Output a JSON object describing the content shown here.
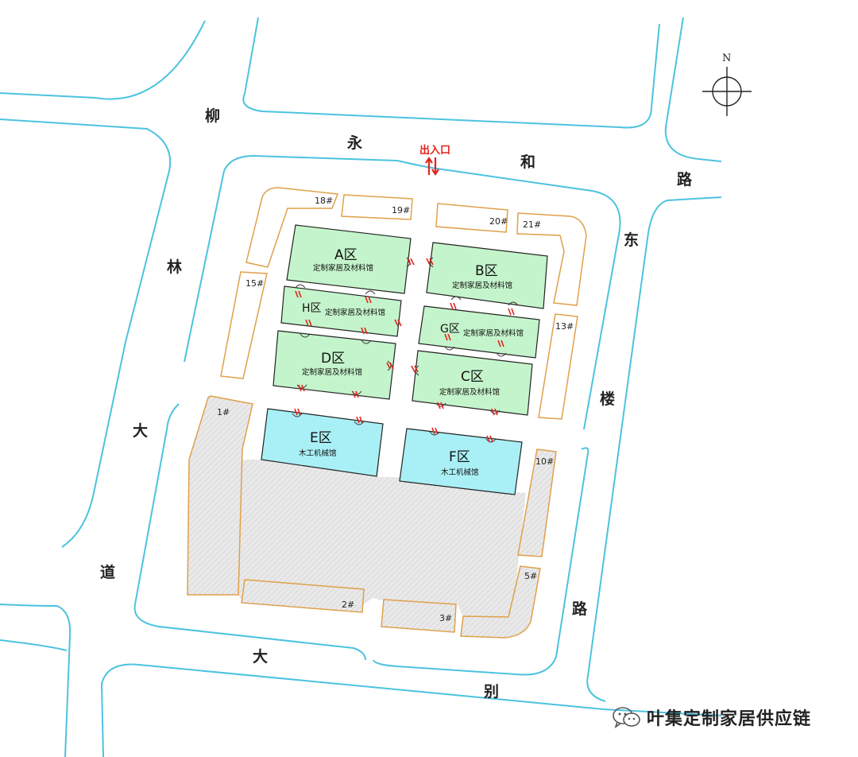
{
  "roads": {
    "liu": "柳",
    "lin": "林",
    "da_w": "大",
    "dao": "道",
    "yong": "永",
    "he": "和",
    "lu_n": "路",
    "dong": "东",
    "lou": "楼",
    "lu_e": "路",
    "da_s": "大",
    "bie": "别"
  },
  "compass": {
    "north": "N"
  },
  "entrance": {
    "label": "出入口"
  },
  "buildings": {
    "b18": "18#",
    "b19": "19#",
    "b20": "20#",
    "b21": "21#",
    "b15": "15#",
    "b13": "13#",
    "b1": "1#",
    "b10": "10#",
    "b5": "5#",
    "b2": "2#",
    "b3": "3#"
  },
  "zones": {
    "A": {
      "title": "A区",
      "subtitle": "定制家居及材料馆"
    },
    "B": {
      "title": "B区",
      "subtitle": "定制家居及材料馆"
    },
    "H": {
      "title": "H区",
      "subtitle": "定制家居及材料馆"
    },
    "G": {
      "title": "G区",
      "subtitle": "定制家居及材料馆"
    },
    "D": {
      "title": "D区",
      "subtitle": "定制家居及材料馆"
    },
    "C": {
      "title": "C区",
      "subtitle": "定制家居及材料馆"
    },
    "E": {
      "title": "E区",
      "subtitle": "木工机械馆"
    },
    "F": {
      "title": "F区",
      "subtitle": "木工机械馆"
    }
  },
  "watermark": {
    "text": "叶集定制家居供应链",
    "icon": "wechat-icon"
  },
  "colors": {
    "road_line": "#4cc3de",
    "building_outline": "#e0a04a",
    "zone_green": "#c4f4cb",
    "zone_cyan": "#a9f0f6",
    "entrance_red": "#e2231a"
  }
}
